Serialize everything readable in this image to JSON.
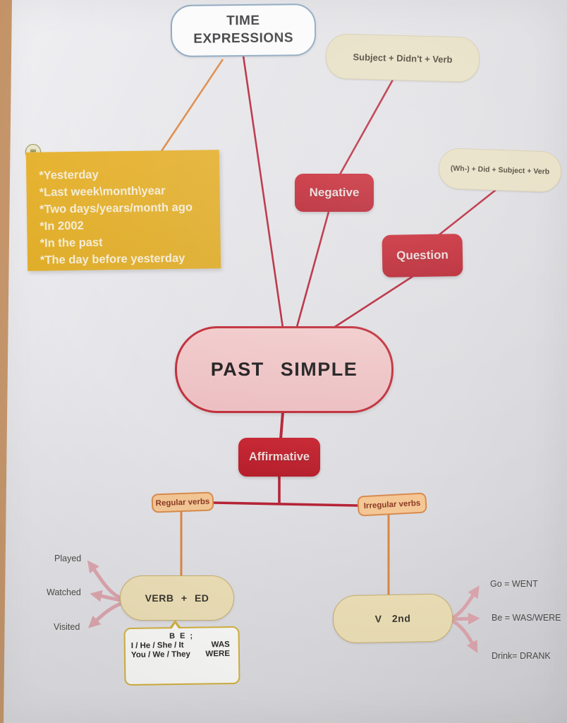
{
  "colors": {
    "crimson_line": "#b62437",
    "orange_line": "#dd8743",
    "pink_arrow": "#dda7af",
    "yellow_box": "#e5b02c",
    "beige_box": "#e7dfc3",
    "red_node": "#c2222e",
    "center_pink": "#efc5c7",
    "peach_label": "#f4c795",
    "gold_border": "#d3b23f",
    "blue_border": "#8ba6be",
    "paper": "#e2e2e5",
    "desk": "#c79a6e"
  },
  "nodes": {
    "time_expressions": {
      "line1": "TIME",
      "line2": "EXPRESSIONS"
    },
    "negative_formula": "Subject + Didn't + Verb",
    "question_formula": "(Wh-) + Did + Subject + Verb",
    "negative": "Negative",
    "question": "Question",
    "past_simple": "PAST SIMPLE",
    "affirmative": "Affirmative",
    "regular_verbs": "Regular verbs",
    "irregular_verbs": "Irregular verbs",
    "verb_ed": "VERB + ED",
    "v_2nd": "V 2nd"
  },
  "yellow_box": {
    "icon": "note-grid-icon",
    "items": [
      "*Yesterday",
      "*Last week\\month\\year",
      "*Two days/years/month ago",
      "*In 2002",
      "*In the past",
      "*The day before yesterday"
    ]
  },
  "regular_examples": [
    "Played",
    "Watched",
    "Visited"
  ],
  "irregular_examples": [
    "Go = WENT",
    "Be = WAS/WERE",
    "Drink= DRANK"
  ],
  "be_box": {
    "title": "B E ;",
    "rows": [
      {
        "subject": "I / He / She / It",
        "verb": "WAS"
      },
      {
        "subject": "You / We / They",
        "verb": "WERE"
      }
    ]
  }
}
